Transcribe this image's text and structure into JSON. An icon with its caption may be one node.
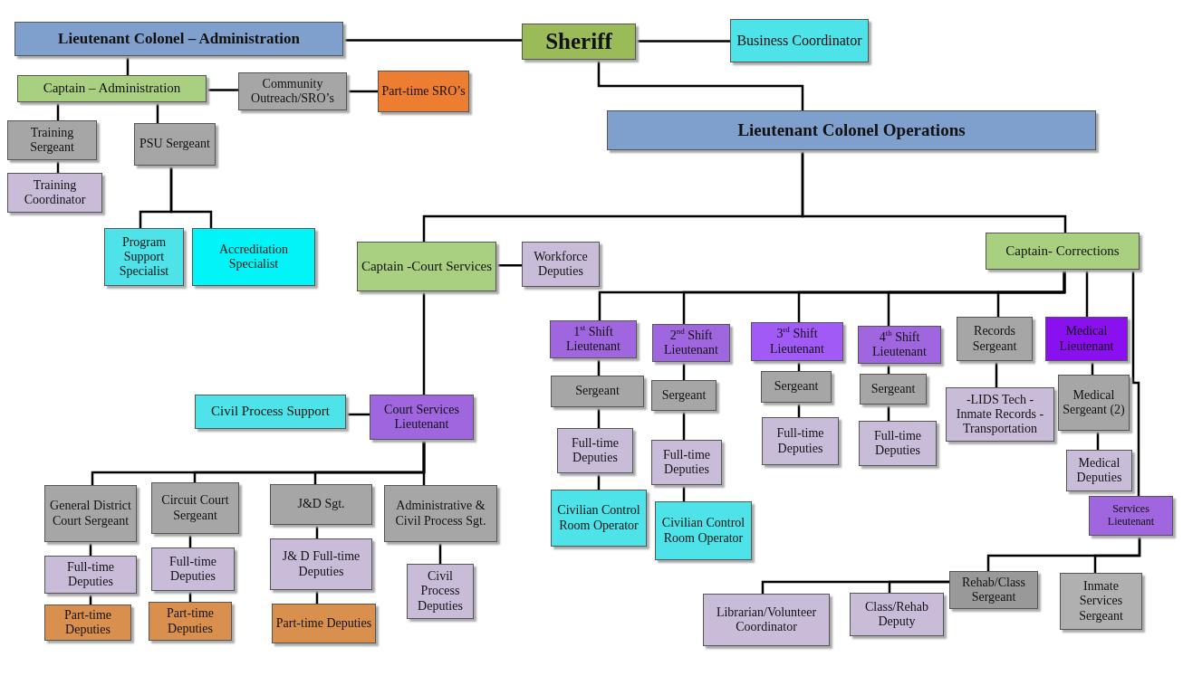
{
  "diagram": {
    "nodes": [
      {
        "text": [
          "Lieutenant Colonel – Administration"
        ]
      },
      {
        "text": [
          "Sheriff"
        ]
      },
      {
        "text": [
          "Business Coordinator"
        ]
      },
      {
        "text": [
          "Captain – Administration"
        ]
      },
      {
        "text": [
          "Community Outreach/SRO’s"
        ]
      },
      {
        "text": [
          "Part-time SRO’s"
        ]
      },
      {
        "text": [
          "Training Sergeant"
        ]
      },
      {
        "text": [
          "PSU Sergeant"
        ]
      },
      {
        "text": [
          "Training Coordinator"
        ]
      },
      {
        "text": [
          "Program Support Specialist"
        ]
      },
      {
        "text": [
          "Accreditation Specialist"
        ]
      },
      {
        "text": [
          "Lieutenant Colonel Operations"
        ]
      },
      {
        "text": [
          "Captain -Court Services"
        ]
      },
      {
        "text": [
          "Workforce Deputies"
        ]
      },
      {
        "text": [
          "Captain- Corrections"
        ]
      },
      {
        "text": [
          "1$^{st}$ Shift Lieutenant"
        ]
      },
      {
        "text": [
          "2$^{nd}$ Shift Lieutenant"
        ]
      },
      {
        "text": [
          "3$^{rd}$ Shift Lieutenant"
        ]
      },
      {
        "text": [
          "4$^{th}$ Shift Lieutenant"
        ]
      },
      {
        "text": [
          "Records Sergeant"
        ]
      },
      {
        "text": [
          "Medical Lieutenant"
        ]
      },
      {
        "text": [
          "Sergeant"
        ]
      },
      {
        "text": [
          "Sergeant"
        ]
      },
      {
        "text": [
          "Sergeant"
        ]
      },
      {
        "text": [
          "Sergeant"
        ]
      },
      {
        "text": [
          "-LIDS Tech -Inmate Records -Transportation"
        ]
      },
      {
        "text": [
          "Medical Sergeant (2)"
        ]
      },
      {
        "text": [
          "Full-time Deputies"
        ]
      },
      {
        "text": [
          "Full-time Deputies"
        ]
      },
      {
        "text": [
          "Full-time Deputies"
        ]
      },
      {
        "text": [
          "Full-time Deputies"
        ]
      },
      {
        "text": [
          "Medical Deputies"
        ]
      },
      {
        "text": [
          "Civilian Control Room Operator"
        ]
      },
      {
        "text": [
          "Civilian Control Room Operator"
        ]
      },
      {
        "text": [
          "Civil Process Support"
        ]
      },
      {
        "text": [
          "Court Services Lieutenant"
        ]
      },
      {
        "text": [
          "Services Lieutenant"
        ]
      },
      {
        "text": [
          "General District Court Sergeant"
        ]
      },
      {
        "text": [
          "Circuit Court Sergeant"
        ]
      },
      {
        "text": [
          "J&D Sgt."
        ]
      },
      {
        "text": [
          "Administrative & Civil Process Sgt."
        ]
      },
      {
        "text": [
          "Full-time Deputies"
        ]
      },
      {
        "text": [
          "Full-time Deputies"
        ]
      },
      {
        "text": [
          "J& D Full-time Deputies"
        ]
      },
      {
        "text": [
          "Civil Process Deputies"
        ]
      },
      {
        "text": [
          "Part-time Deputies"
        ]
      },
      {
        "text": [
          "Part-time Deputies"
        ]
      },
      {
        "text": [
          "Part-time Deputies"
        ]
      },
      {
        "text": [
          "Rehab/Class Sergeant"
        ]
      },
      {
        "text": [
          "Inmate Services Sergeant"
        ]
      },
      {
        "text": [
          "Librarian/Volunteer Coordinator"
        ]
      },
      {
        "text": [
          "Class/Rehab Deputy"
        ]
      }
    ],
    "edges": [
      {
        "from": 0,
        "to": 1,
        "arrow": "none"
      },
      {
        "from": 1,
        "to": 2,
        "arrow": "none"
      },
      {
        "from": 0,
        "to": 3,
        "arrow": "none"
      },
      {
        "from": 3,
        "to": 4,
        "arrow": "none"
      },
      {
        "from": 4,
        "to": 5,
        "arrow": "none"
      },
      {
        "from": 3,
        "to": 6,
        "arrow": "none"
      },
      {
        "from": 3,
        "to": 7,
        "arrow": "none"
      },
      {
        "from": 6,
        "to": 8,
        "arrow": "none"
      },
      {
        "from": 7,
        "to": 9,
        "arrow": "none"
      },
      {
        "from": 7,
        "to": 10,
        "arrow": "none"
      },
      {
        "from": 1,
        "to": 11,
        "arrow": "none"
      },
      {
        "from": 11,
        "to": 12,
        "arrow": "none"
      },
      {
        "from": 11,
        "to": 14,
        "arrow": "none"
      },
      {
        "from": 12,
        "to": 13,
        "arrow": "none"
      },
      {
        "from": 12,
        "to": 35,
        "arrow": "none"
      },
      {
        "from": 35,
        "to": 34,
        "arrow": "none"
      },
      {
        "from": 35,
        "to": 37,
        "arrow": "none"
      },
      {
        "from": 35,
        "to": 38,
        "arrow": "none"
      },
      {
        "from": 35,
        "to": 39,
        "arrow": "none"
      },
      {
        "from": 35,
        "to": 40,
        "arrow": "none"
      },
      {
        "from": 37,
        "to": 41,
        "arrow": "none"
      },
      {
        "from": 41,
        "to": 45,
        "arrow": "none"
      },
      {
        "from": 38,
        "to": 42,
        "arrow": "none"
      },
      {
        "from": 42,
        "to": 46,
        "arrow": "none"
      },
      {
        "from": 39,
        "to": 43,
        "arrow": "none"
      },
      {
        "from": 43,
        "to": 47,
        "arrow": "none"
      },
      {
        "from": 40,
        "to": 44,
        "arrow": "none"
      },
      {
        "from": 14,
        "to": 15,
        "arrow": "none"
      },
      {
        "from": 14,
        "to": 16,
        "arrow": "none"
      },
      {
        "from": 14,
        "to": 17,
        "arrow": "none"
      },
      {
        "from": 14,
        "to": 18,
        "arrow": "none"
      },
      {
        "from": 14,
        "to": 19,
        "arrow": "none"
      },
      {
        "from": 14,
        "to": 20,
        "arrow": "none"
      },
      {
        "from": 14,
        "to": 36,
        "arrow": "none"
      },
      {
        "from": 15,
        "to": 21,
        "arrow": "none"
      },
      {
        "from": 21,
        "to": 27,
        "arrow": "none"
      },
      {
        "from": 27,
        "to": 32,
        "arrow": "none"
      },
      {
        "from": 16,
        "to": 22,
        "arrow": "none"
      },
      {
        "from": 22,
        "to": 28,
        "arrow": "none"
      },
      {
        "from": 28,
        "to": 33,
        "arrow": "none"
      },
      {
        "from": 17,
        "to": 23,
        "arrow": "none"
      },
      {
        "from": 23,
        "to": 29,
        "arrow": "none"
      },
      {
        "from": 18,
        "to": 24,
        "arrow": "none"
      },
      {
        "from": 24,
        "to": 30,
        "arrow": "none"
      },
      {
        "from": 19,
        "to": 25,
        "arrow": "none"
      },
      {
        "from": 20,
        "to": 26,
        "arrow": "none"
      },
      {
        "from": 26,
        "to": 31,
        "arrow": "none"
      },
      {
        "from": 36,
        "to": 48,
        "arrow": "none"
      },
      {
        "from": 36,
        "to": 49,
        "arrow": "none"
      },
      {
        "from": 48,
        "to": 50,
        "arrow": "none"
      },
      {
        "from": 48,
        "to": 51,
        "arrow": "none"
      }
    ]
  }
}
